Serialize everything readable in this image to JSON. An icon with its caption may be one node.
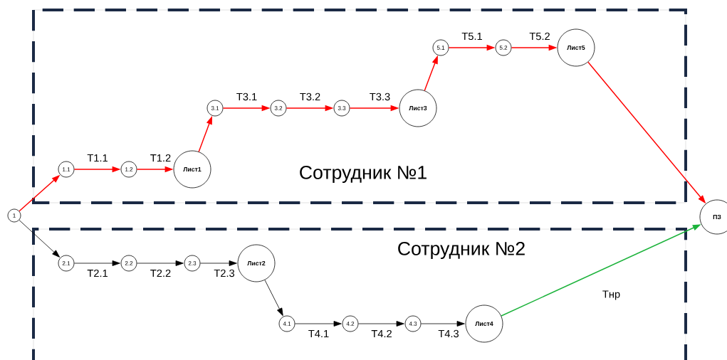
{
  "diagram": {
    "nodes": [
      {
        "text": [
          "Сотрудник №1"
        ]
      },
      {
        "text": [
          "Сотрудник №2"
        ]
      },
      {
        "text": [
          "1"
        ]
      },
      {
        "text": [
          "1.1"
        ],
        "in": 0
      },
      {
        "text": [
          "1.2"
        ],
        "in": 0
      },
      {
        "text": [
          "**Лист1**"
        ],
        "in": 0
      },
      {
        "text": [
          "3.1"
        ],
        "in": 0
      },
      {
        "text": [
          "3.2"
        ],
        "in": 0
      },
      {
        "text": [
          "3.3"
        ],
        "in": 0
      },
      {
        "text": [
          "**Лист3**"
        ],
        "in": 0
      },
      {
        "text": [
          "5.1"
        ],
        "in": 0
      },
      {
        "text": [
          "5.2"
        ],
        "in": 0
      },
      {
        "text": [
          "**Лист5**"
        ],
        "in": 0
      },
      {
        "text": [
          "**ПЗ**"
        ]
      },
      {
        "text": [
          "2.1"
        ],
        "in": 1
      },
      {
        "text": [
          "2.2"
        ],
        "in": 1
      },
      {
        "text": [
          "2.3"
        ],
        "in": 1
      },
      {
        "text": [
          "**Лист2**"
        ],
        "in": 1
      },
      {
        "text": [
          "4.1"
        ],
        "in": 1
      },
      {
        "text": [
          "4.2"
        ],
        "in": 1
      },
      {
        "text": [
          "4.3"
        ],
        "in": 1
      },
      {
        "text": [
          "**Лист4**"
        ],
        "in": 1
      }
    ],
    "edges": [
      {
        "from": 2,
        "to": 3,
        "arrow": "to"
      },
      {
        "from": 3,
        "to": 4,
        "arrow": "to",
        "label": "Т1.1"
      },
      {
        "from": 4,
        "to": 5,
        "arrow": "to",
        "label": "Т1.2"
      },
      {
        "from": 5,
        "to": 6,
        "arrow": "to"
      },
      {
        "from": 6,
        "to": 7,
        "arrow": "to",
        "label": "Т3.1"
      },
      {
        "from": 7,
        "to": 8,
        "arrow": "to",
        "label": "Т3.2"
      },
      {
        "from": 8,
        "to": 9,
        "arrow": "to",
        "label": "Т3.3"
      },
      {
        "from": 9,
        "to": 10,
        "arrow": "to"
      },
      {
        "from": 10,
        "to": 11,
        "arrow": "to",
        "label": "Т5.1"
      },
      {
        "from": 11,
        "to": 12,
        "arrow": "to",
        "label": "Т5.2"
      },
      {
        "from": 12,
        "to": 13,
        "arrow": "to"
      },
      {
        "from": 2,
        "to": 14,
        "arrow": "to",
        "color": "#000000"
      },
      {
        "from": 14,
        "to": 15,
        "arrow": "to",
        "label": "Т2.1",
        "color": "#000000"
      },
      {
        "from": 15,
        "to": 16,
        "arrow": "to",
        "label": "Т2.2",
        "color": "#000000"
      },
      {
        "from": 16,
        "to": 17,
        "arrow": "to",
        "label": "Т2.3",
        "color": "#000000"
      },
      {
        "from": 17,
        "to": 18,
        "arrow": "to",
        "color": "#000000"
      },
      {
        "from": 18,
        "to": 19,
        "arrow": "to",
        "label": "Т4.1",
        "color": "#000000"
      },
      {
        "from": 19,
        "to": 20,
        "arrow": "to",
        "label": "Т4.2",
        "color": "#000000"
      },
      {
        "from": 20,
        "to": 21,
        "arrow": "to",
        "label": "Т4.3",
        "color": "#000000"
      },
      {
        "from": 21,
        "to": 13,
        "arrow": "to",
        "label": "Тнр",
        "color": "#1db33c"
      }
    ]
  }
}
